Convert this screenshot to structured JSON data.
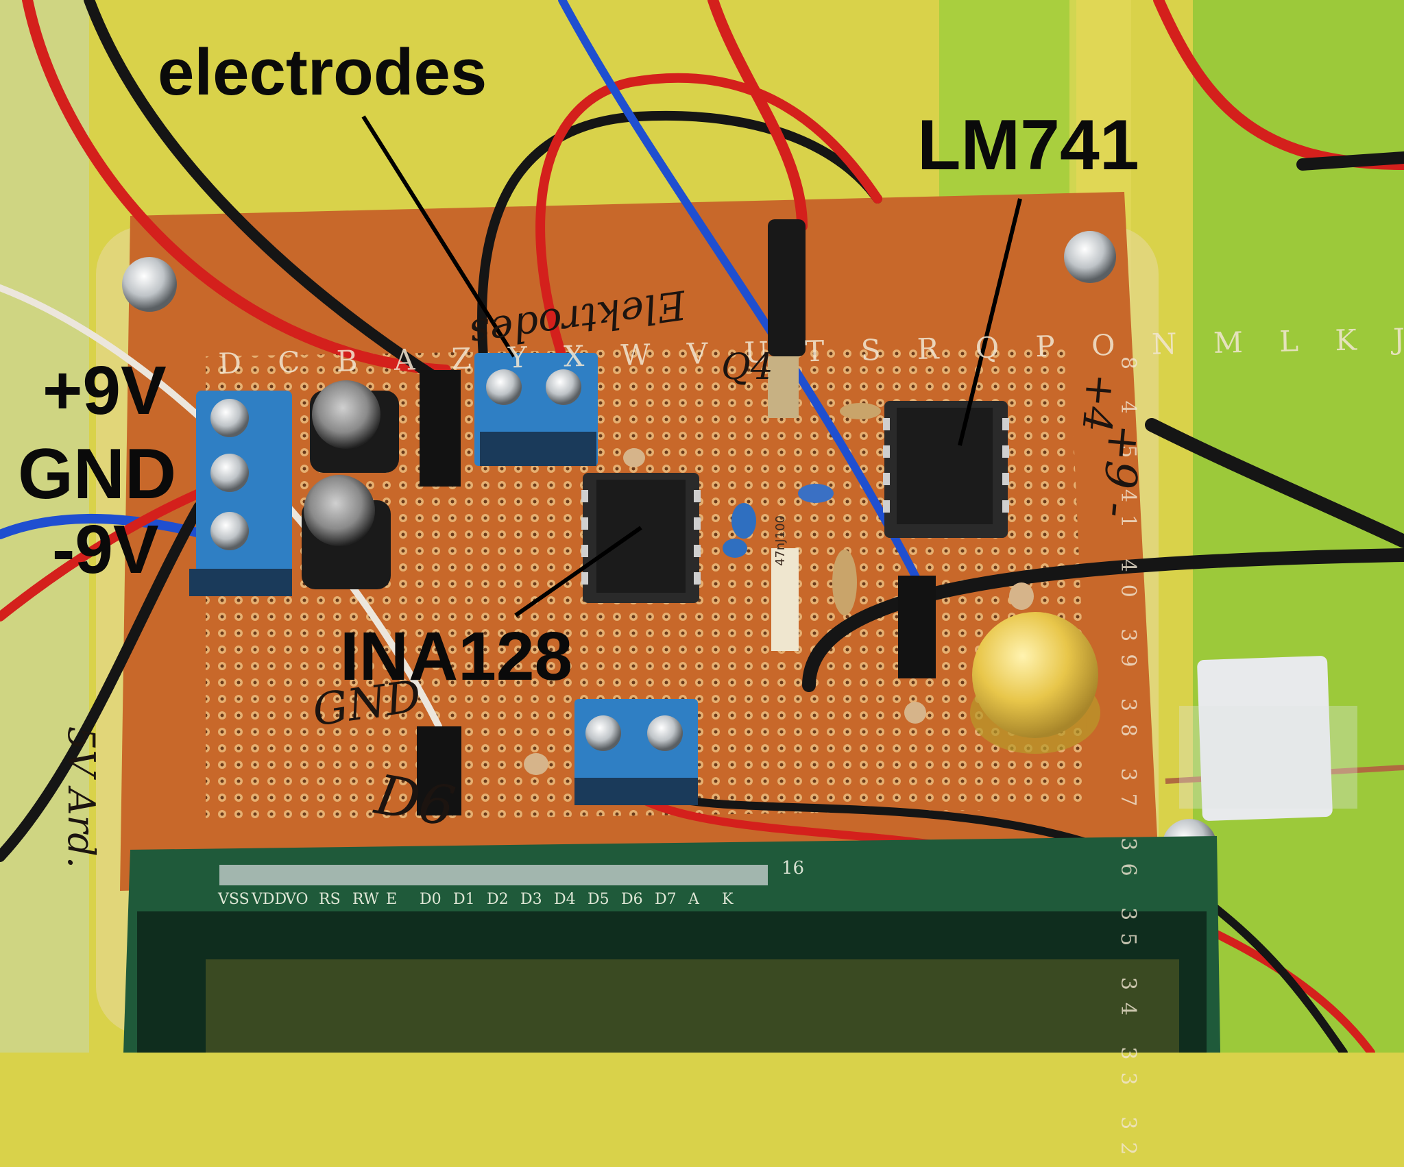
{
  "annotations": {
    "electrodes": "electrodes",
    "lm741": "LM741",
    "plus9v": "+9V",
    "gnd": "GND",
    "minus9v": "-9V",
    "ina128": "INA128"
  },
  "board_markings": {
    "column_letters": "D C B A Z Y X W V U T S R Q P O N M L K J I H G F E D C B A",
    "row_numbers": "8 4 5 41 40 39 38 37 36 35 34 33 32",
    "handwritten": {
      "electrodes": "Elektrodes",
      "gnd": "GND",
      "d6": "D6",
      "plus4": "+4",
      "plus9": "+9 -",
      "five_v": "5V Ard.",
      "q4": "Q4"
    },
    "resistor_code": "47nJ100"
  },
  "lcd": {
    "pin_labels": [
      "VSS",
      "VDD",
      "VO",
      "RS",
      "RW",
      "E",
      "D0",
      "D1",
      "D2",
      "D3",
      "D4",
      "D5",
      "D6",
      "D7",
      "A",
      "K"
    ],
    "pin_count_label": "16"
  },
  "colors": {
    "background_yellow": "#d9d24a",
    "background_green": "#9cc93a",
    "pcb_orange": "#c8682a",
    "terminal_blue": "#2f7fc4",
    "wire_red": "#d4201c",
    "wire_blue": "#1f4fd0",
    "wire_black": "#151515",
    "lcd_green": "#1f5a3a",
    "led_yellow": "#e8c64a"
  }
}
